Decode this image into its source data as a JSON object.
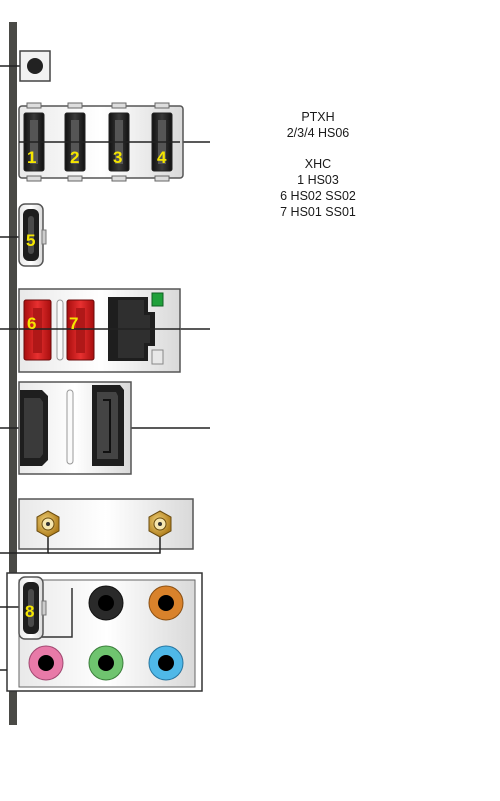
{
  "port_numbers": [
    "1",
    "2",
    "3",
    "4",
    "5",
    "6",
    "7",
    "8"
  ],
  "controllers": {
    "ptxh": {
      "name": "PTXH",
      "ports": "2/3/4 HS06"
    },
    "xhc": {
      "name": "XHC",
      "lines": [
        "1 HS03",
        "6 HS02 SS02",
        "7 HS01 SS01"
      ]
    }
  },
  "colors": {
    "backplate": "#4a4a46",
    "panel_border": "#555555",
    "usb3_port": "#d82020",
    "antenna_gold": "#c9962a",
    "audio_orange": "#d9822b",
    "audio_pink": "#e87aa8",
    "audio_green": "#6fc46f",
    "audio_blue": "#4fb8e8",
    "link_led_green": "#1fa03a",
    "label_yellow": "#f5e600"
  }
}
